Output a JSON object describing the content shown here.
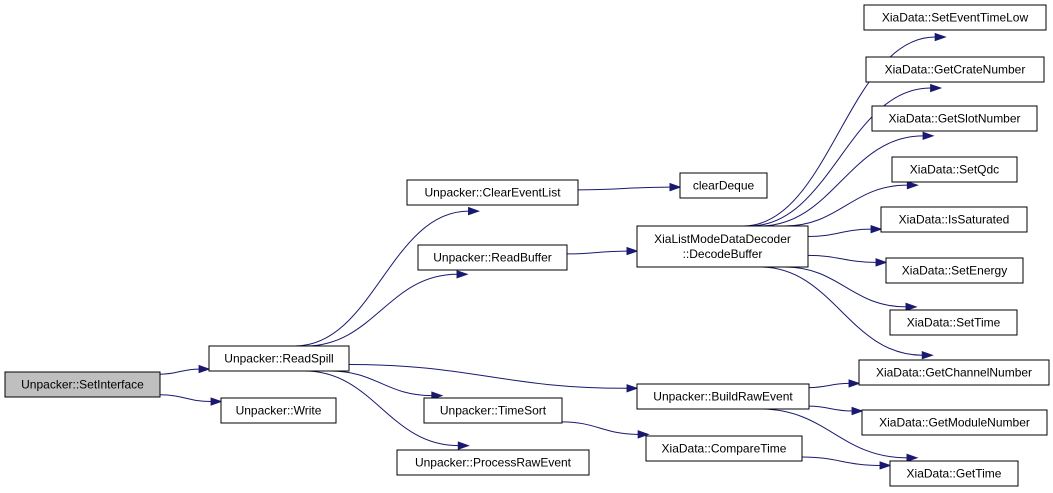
{
  "colors": {
    "edge": "#191970",
    "root_fill": "#bfbfbf",
    "node_fill": "#ffffff",
    "border": "#000000"
  },
  "nodes": {
    "set_interface": {
      "lines": [
        "Unpacker::SetInterface"
      ]
    },
    "read_spill": {
      "lines": [
        "Unpacker::ReadSpill"
      ]
    },
    "write": {
      "lines": [
        "Unpacker::Write"
      ]
    },
    "clear_event_list": {
      "lines": [
        "Unpacker::ClearEventList"
      ]
    },
    "read_buffer": {
      "lines": [
        "Unpacker::ReadBuffer"
      ]
    },
    "time_sort": {
      "lines": [
        "Unpacker::TimeSort"
      ]
    },
    "process_raw_event": {
      "lines": [
        "Unpacker::ProcessRawEvent"
      ]
    },
    "build_raw_event": {
      "lines": [
        "Unpacker::BuildRawEvent"
      ]
    },
    "clear_deque": {
      "lines": [
        "clearDeque"
      ]
    },
    "decode_buffer": {
      "lines": [
        "XiaListModeDataDecoder",
        "::DecodeBuffer"
      ]
    },
    "compare_time": {
      "lines": [
        "XiaData::CompareTime"
      ]
    },
    "set_event_time_low": {
      "lines": [
        "XiaData::SetEventTimeLow"
      ]
    },
    "get_crate_number": {
      "lines": [
        "XiaData::GetCrateNumber"
      ]
    },
    "get_slot_number": {
      "lines": [
        "XiaData::GetSlotNumber"
      ]
    },
    "set_qdc": {
      "lines": [
        "XiaData::SetQdc"
      ]
    },
    "is_saturated": {
      "lines": [
        "XiaData::IsSaturated"
      ]
    },
    "set_energy": {
      "lines": [
        "XiaData::SetEnergy"
      ]
    },
    "set_time": {
      "lines": [
        "XiaData::SetTime"
      ]
    },
    "get_channel_number": {
      "lines": [
        "XiaData::GetChannelNumber"
      ]
    },
    "get_module_number": {
      "lines": [
        "XiaData::GetModuleNumber"
      ]
    },
    "get_time": {
      "lines": [
        "XiaData::GetTime"
      ]
    }
  },
  "edges": [
    {
      "from": "set_interface",
      "to": "read_spill"
    },
    {
      "from": "set_interface",
      "to": "write"
    },
    {
      "from": "read_spill",
      "to": "clear_event_list"
    },
    {
      "from": "read_spill",
      "to": "read_buffer"
    },
    {
      "from": "read_spill",
      "to": "build_raw_event"
    },
    {
      "from": "read_spill",
      "to": "time_sort"
    },
    {
      "from": "read_spill",
      "to": "process_raw_event"
    },
    {
      "from": "clear_event_list",
      "to": "clear_deque"
    },
    {
      "from": "read_buffer",
      "to": "decode_buffer"
    },
    {
      "from": "time_sort",
      "to": "compare_time"
    },
    {
      "from": "decode_buffer",
      "to": "set_event_time_low"
    },
    {
      "from": "decode_buffer",
      "to": "get_crate_number"
    },
    {
      "from": "decode_buffer",
      "to": "get_slot_number"
    },
    {
      "from": "decode_buffer",
      "to": "set_qdc"
    },
    {
      "from": "decode_buffer",
      "to": "is_saturated"
    },
    {
      "from": "decode_buffer",
      "to": "set_energy"
    },
    {
      "from": "decode_buffer",
      "to": "set_time"
    },
    {
      "from": "decode_buffer",
      "to": "get_channel_number"
    },
    {
      "from": "build_raw_event",
      "to": "get_channel_number"
    },
    {
      "from": "build_raw_event",
      "to": "get_module_number"
    },
    {
      "from": "build_raw_event",
      "to": "get_time"
    },
    {
      "from": "compare_time",
      "to": "get_time"
    }
  ]
}
